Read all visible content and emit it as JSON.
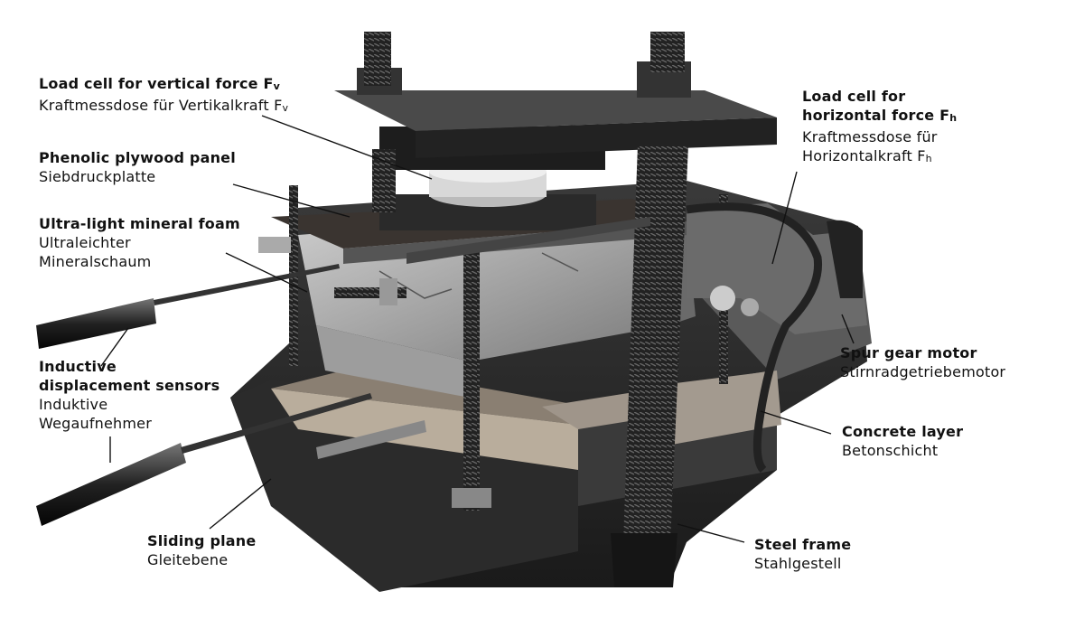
{
  "annotations": {
    "load_cell_vertical": {
      "en": "Load cell for vertical force F",
      "de": "Kraftmessdose für Vertikalkraft F",
      "subscript": "v"
    },
    "phenolic_panel": {
      "en": "Phenolic plywood panel",
      "de": "Siebdruckplatte"
    },
    "mineral_foam": {
      "en": "Ultra-light mineral foam",
      "de_line1": "Ultraleichter",
      "de_line2": "Mineralschaum"
    },
    "displacement_sensors": {
      "en_line1": "Inductive",
      "en_line2": "displacement sensors",
      "de_line1": "Induktive",
      "de_line2": "Wegaufnehmer"
    },
    "sliding_plane": {
      "en": "Sliding plane",
      "de": "Gleitebene"
    },
    "load_cell_horizontal": {
      "en_line1": "Load cell for",
      "en_line2": "horizontal force F",
      "de_line1": "Kraftmessdose für",
      "de_line2": "Horizontalkraft F",
      "subscript": "h"
    },
    "spur_gear_motor": {
      "en": "Spur gear motor",
      "de": "Stirnradgetriebemotor"
    },
    "concrete_layer": {
      "en": "Concrete layer",
      "de": "Betonschicht"
    },
    "steel_frame": {
      "en": "Steel frame",
      "de": "Stahlgestell"
    }
  }
}
